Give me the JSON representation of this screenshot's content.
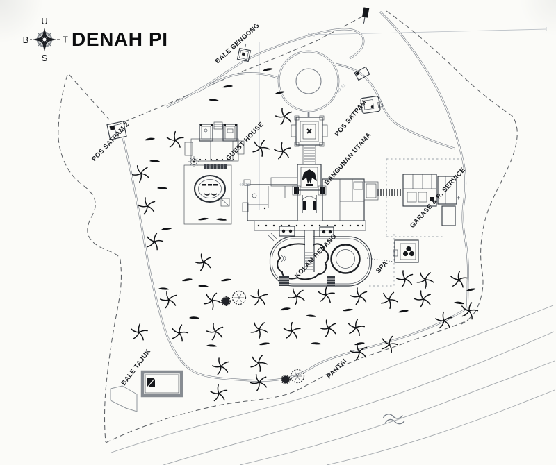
{
  "title": "DENAH PI",
  "compass": {
    "north_label": "U",
    "east_label": "T",
    "south_label": "S",
    "west_label": "B"
  },
  "site_labels": {
    "bale_bengong": "BALE BENGONG",
    "pos_satpam_2": "POS SATPAM 2",
    "pos_satpam": "POS SATPAM",
    "guest_house": "GUEST HOUSE",
    "bangunan_utama": "BANGUNAN UTAMA",
    "garase_service": "GARASE & R. SERVICE",
    "kolam_renang": "KOLAM RENANG",
    "spa": "SPA",
    "bale_tajuk": "BALE TAJUK",
    "pantai": "PANTAI"
  },
  "dimension_texts": {
    "top": "61 19",
    "road": "09 51",
    "axis": "49 15"
  },
  "symbols": {
    "tree": "palm-pinwheel-icon",
    "shrub": "grass-tuft-icon",
    "round_tree": "canopy-tree-icon",
    "waves": "sea-waves-icon"
  },
  "colors": {
    "paper": "#fbfbf8",
    "ink": "#16181c",
    "building_line": "#343a42",
    "road_line": "#7c828b",
    "boundary_line": "#5c6065"
  }
}
